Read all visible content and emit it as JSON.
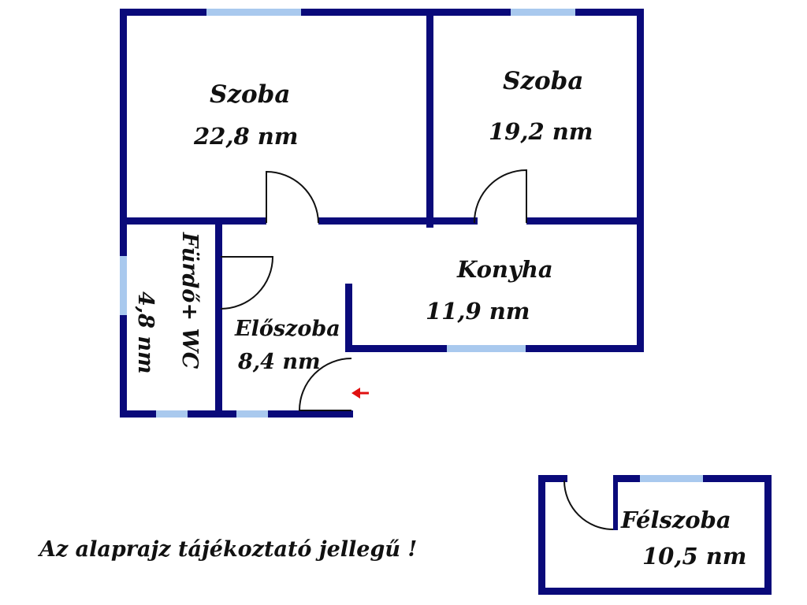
{
  "rooms": {
    "szoba1": {
      "name": "Szoba",
      "area": "22,8 nm"
    },
    "szoba2": {
      "name": "Szoba",
      "area": "19,2 nm"
    },
    "konyha": {
      "name": "Konyha",
      "area": "11,9 nm"
    },
    "eloszoba": {
      "name": "Előszoba",
      "area": "8,4 nm"
    },
    "furdo": {
      "name": "Fürdő+ WC",
      "area": "4,8 nm"
    },
    "felszoba": {
      "name": "Félszoba",
      "area": "10,5 nm"
    }
  },
  "note": "Az alaprajz tájékoztató jellegű !",
  "colors": {
    "wall": "#0a0a7a",
    "window": "#a9c9ee",
    "entrance_arrow": "#e01010"
  },
  "icons": {
    "entrance": "entrance-arrow-icon"
  }
}
